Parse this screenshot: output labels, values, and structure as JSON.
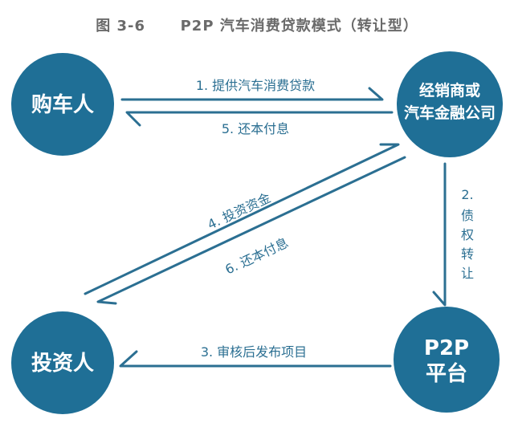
{
  "title": "图 3-6      P2P 汽车消费贷款模式（转让型）",
  "nodes": {
    "buyer": "购车人",
    "dealer_line1": "经销商或",
    "dealer_line2": "汽车金融公司",
    "investor": "投资人",
    "platform_line1": "P2P",
    "platform_line2": "平台"
  },
  "flows": {
    "f1": "1. 提供汽车消费贷款",
    "f5": "5. 还本付息",
    "f2_chars": [
      "2.",
      "债",
      "权",
      "转",
      "让"
    ],
    "f4": "4. 投资资金",
    "f6": "6. 还本付息",
    "f3": "3. 审核后发布项目"
  },
  "colors": {
    "circle": "#1f6f96",
    "arrow": "#2b6f92",
    "title": "#6a6a6a"
  }
}
